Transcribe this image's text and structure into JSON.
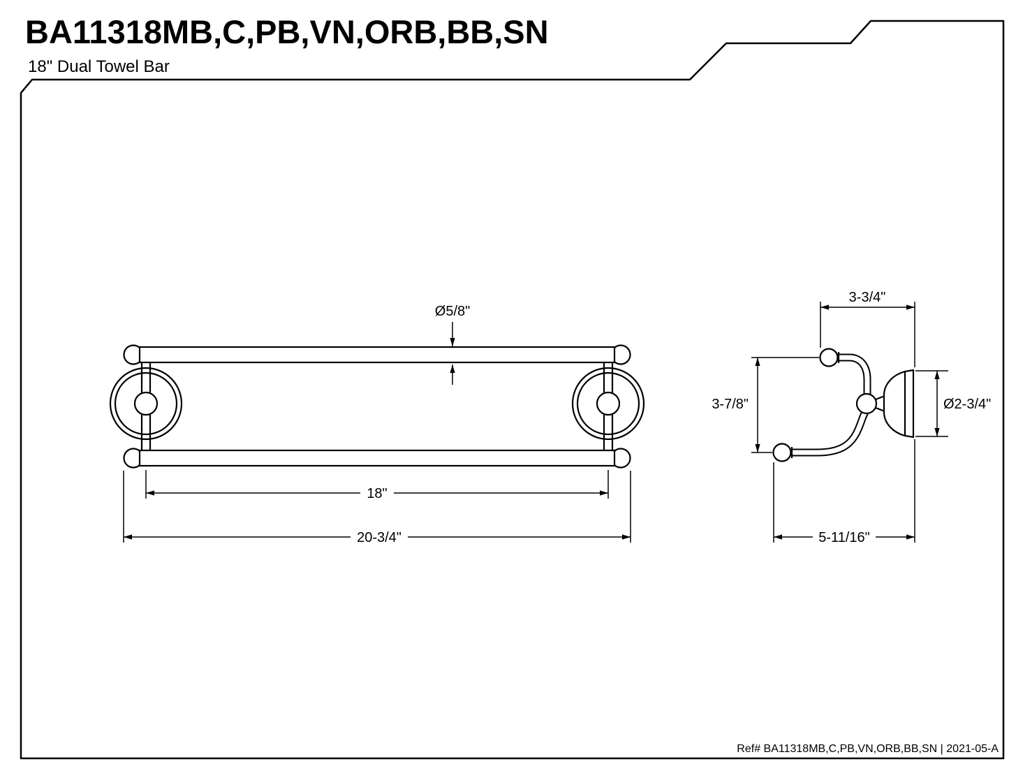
{
  "doc": {
    "title": "BA11318MB,C,PB,VN,ORB,BB,SN",
    "subtitle": "18\"  Dual Towel Bar",
    "ref": "Ref# BA11318MB,C,PB,VN,ORB,BB,SN | 2021-05-A"
  },
  "front_view": {
    "dims": {
      "bar_diameter": "Ø5/8\"",
      "bar_length": "18\"",
      "overall_width": "20-3/4\""
    }
  },
  "side_view": {
    "dims": {
      "top_projection": "3-3/4\"",
      "bar_spacing": "3-7/8\"",
      "flange_diameter": "Ø2-3/4\"",
      "overall_projection": "5-11/16\""
    }
  },
  "colors": {
    "line": "#000000",
    "background": "#ffffff"
  }
}
